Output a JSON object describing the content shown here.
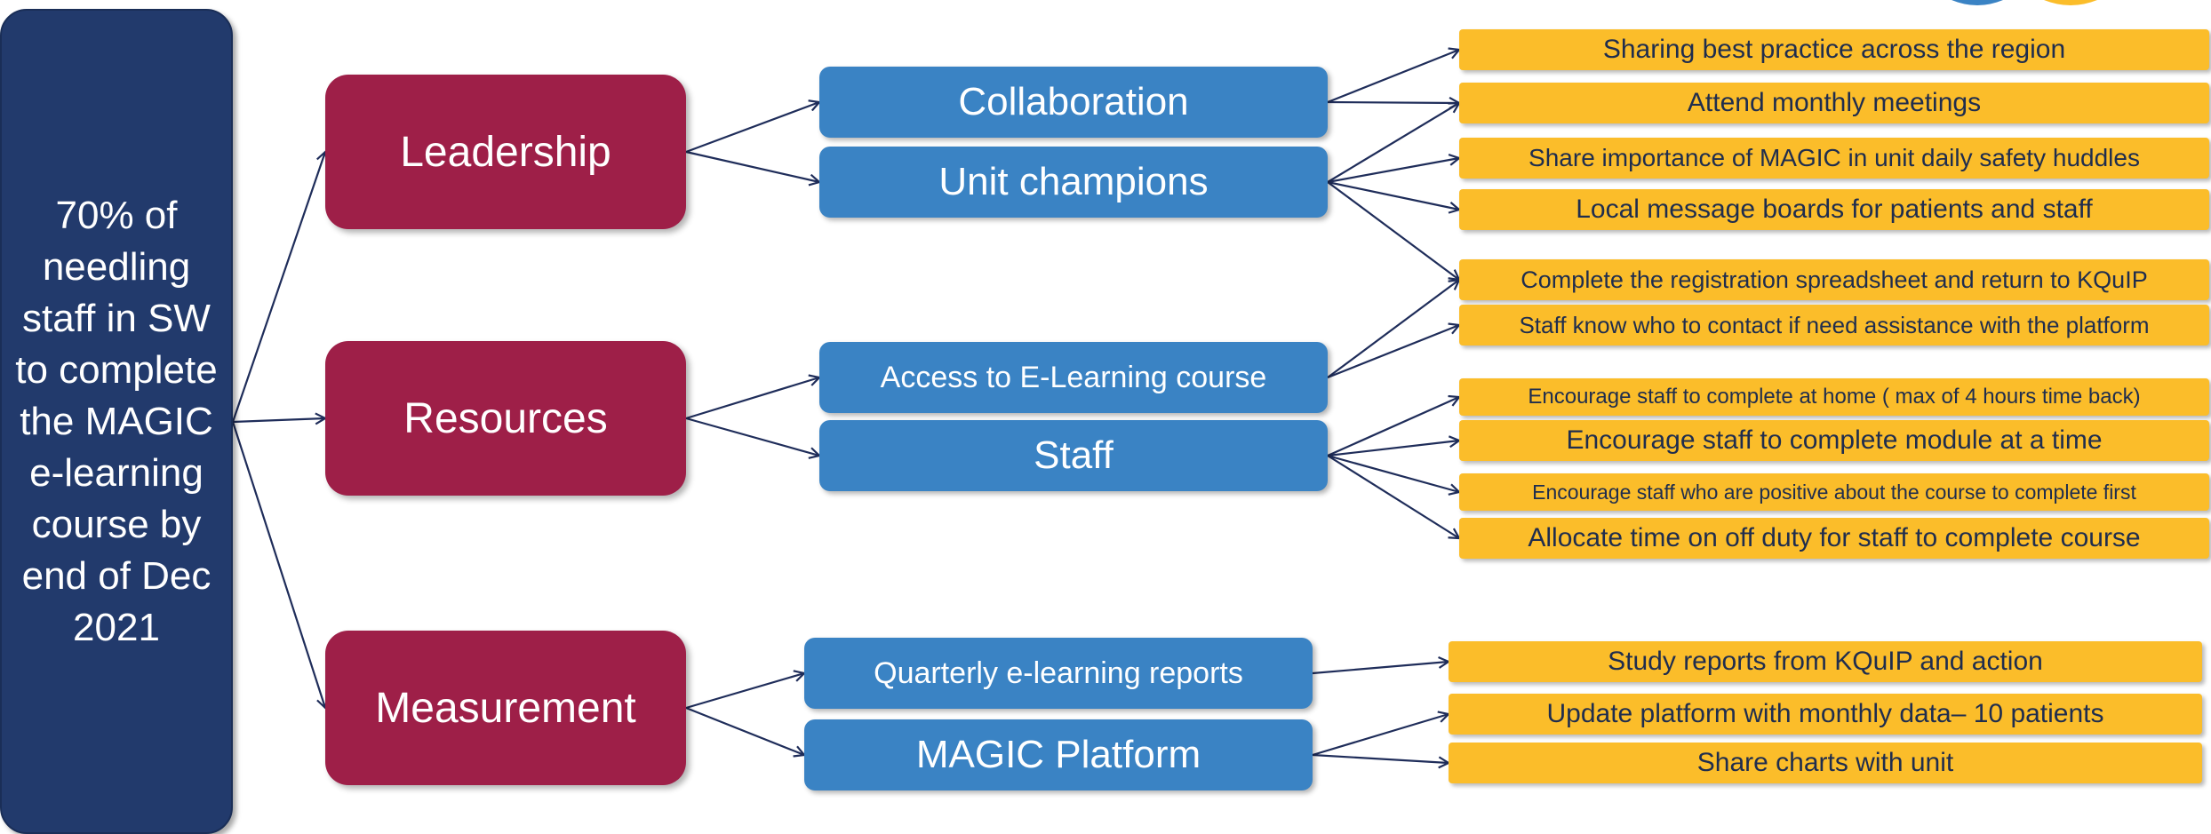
{
  "colors": {
    "aim": "#223a6c",
    "primary_driver": "#9e1f48",
    "secondary_driver": "#3a83c4",
    "change_idea": "#fbbd2a",
    "connector": "#1f2d5a"
  },
  "aim": {
    "text": "70% of needling staff in SW to complete the MAGIC e-learning course by end of Dec 2021"
  },
  "primary_drivers": [
    {
      "label": "Leadership"
    },
    {
      "label": "Resources"
    },
    {
      "label": "Measurement"
    }
  ],
  "secondary_drivers": [
    {
      "label": "Collaboration"
    },
    {
      "label": "Unit champions"
    },
    {
      "label": "Access to E-Learning course"
    },
    {
      "label": "Staff"
    },
    {
      "label": "Quarterly e-learning reports"
    },
    {
      "label": "MAGIC Platform"
    }
  ],
  "change_ideas": [
    {
      "label": "Sharing best practice across the region"
    },
    {
      "label": "Attend monthly meetings"
    },
    {
      "label": "Share importance of MAGIC in unit daily safety huddles"
    },
    {
      "label": "Local message boards for patients and staff"
    },
    {
      "label": "Complete the registration spreadsheet and return to KQuIP"
    },
    {
      "label": "Staff know who to contact if need assistance with the platform"
    },
    {
      "label": "Encourage staff to complete at home ( max of 4 hours time back)"
    },
    {
      "label": "Encourage staff to complete module at a time"
    },
    {
      "label": "Encourage staff who are positive about the course to complete first"
    },
    {
      "label": "Allocate time on off duty for staff to complete course"
    },
    {
      "label": "Study reports from KQuIP and action"
    },
    {
      "label": "Update platform with monthly data– 10 patients"
    },
    {
      "label": "Share charts with unit"
    }
  ]
}
